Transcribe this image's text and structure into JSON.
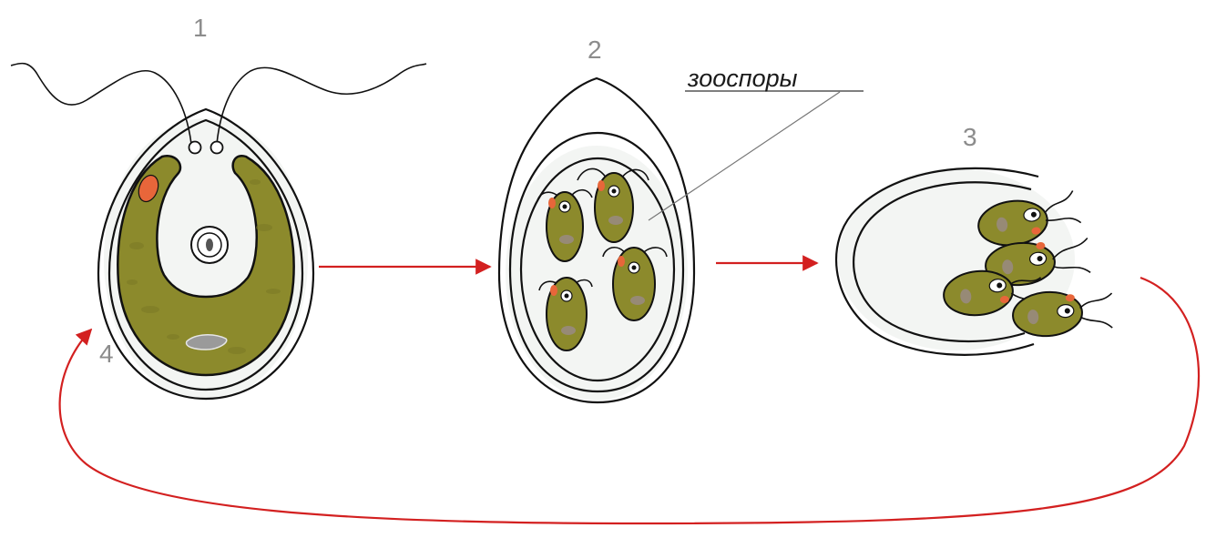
{
  "stages": [
    {
      "id": "1",
      "label": "1"
    },
    {
      "id": "2",
      "label": "2"
    },
    {
      "id": "3",
      "label": "3"
    },
    {
      "id": "4",
      "label": "4"
    }
  ],
  "callout": {
    "text": "зооспоры"
  },
  "colors": {
    "chloroplast": "#8c8a2c",
    "eyespot": "#e8663a",
    "pyrenoid": "#9a9a9a",
    "arrow": "#d32020",
    "label": "#8c8c8c",
    "outline": "#111111"
  }
}
